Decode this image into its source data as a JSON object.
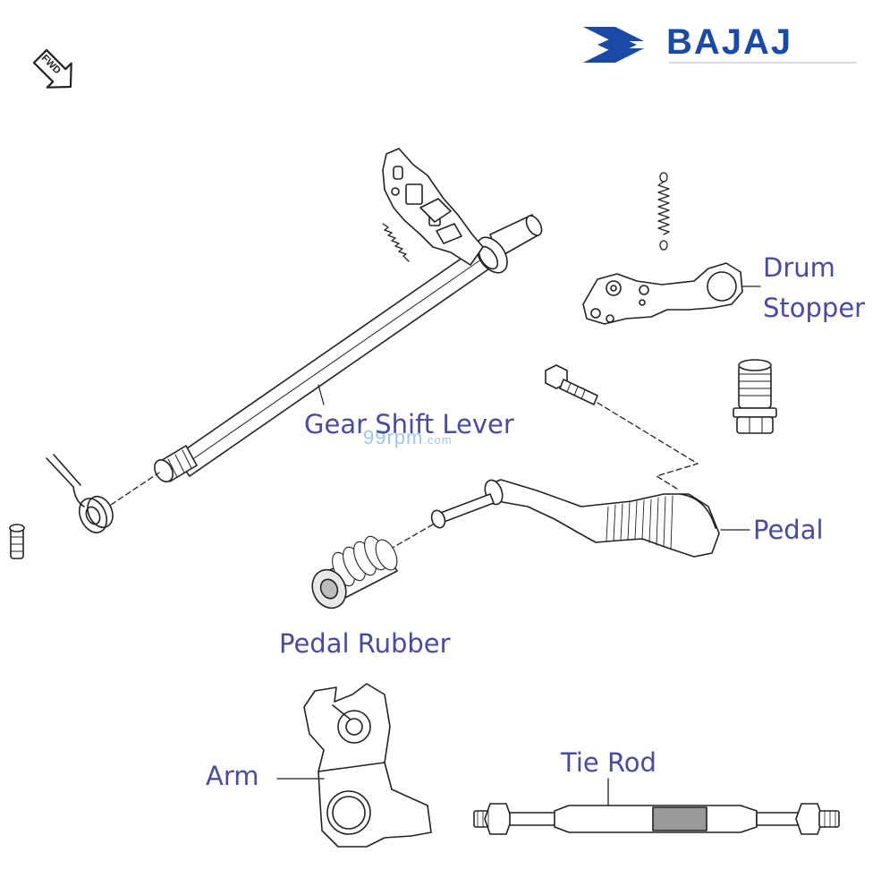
{
  "brand": {
    "name": "BAJAJ",
    "color": "#1b4aa6"
  },
  "direction_badge": "FWD",
  "watermark": {
    "main": "99rpm",
    "suffix": ".com"
  },
  "labels": {
    "gear_shift_lever": "Gear Shift Lever",
    "drum_stopper_line1": "Drum",
    "drum_stopper_line2": "Stopper",
    "pedal": "Pedal",
    "pedal_rubber": "Pedal Rubber",
    "arm": "Arm",
    "tie_rod": "Tie Rod"
  },
  "label_color": "#4a4aa0"
}
